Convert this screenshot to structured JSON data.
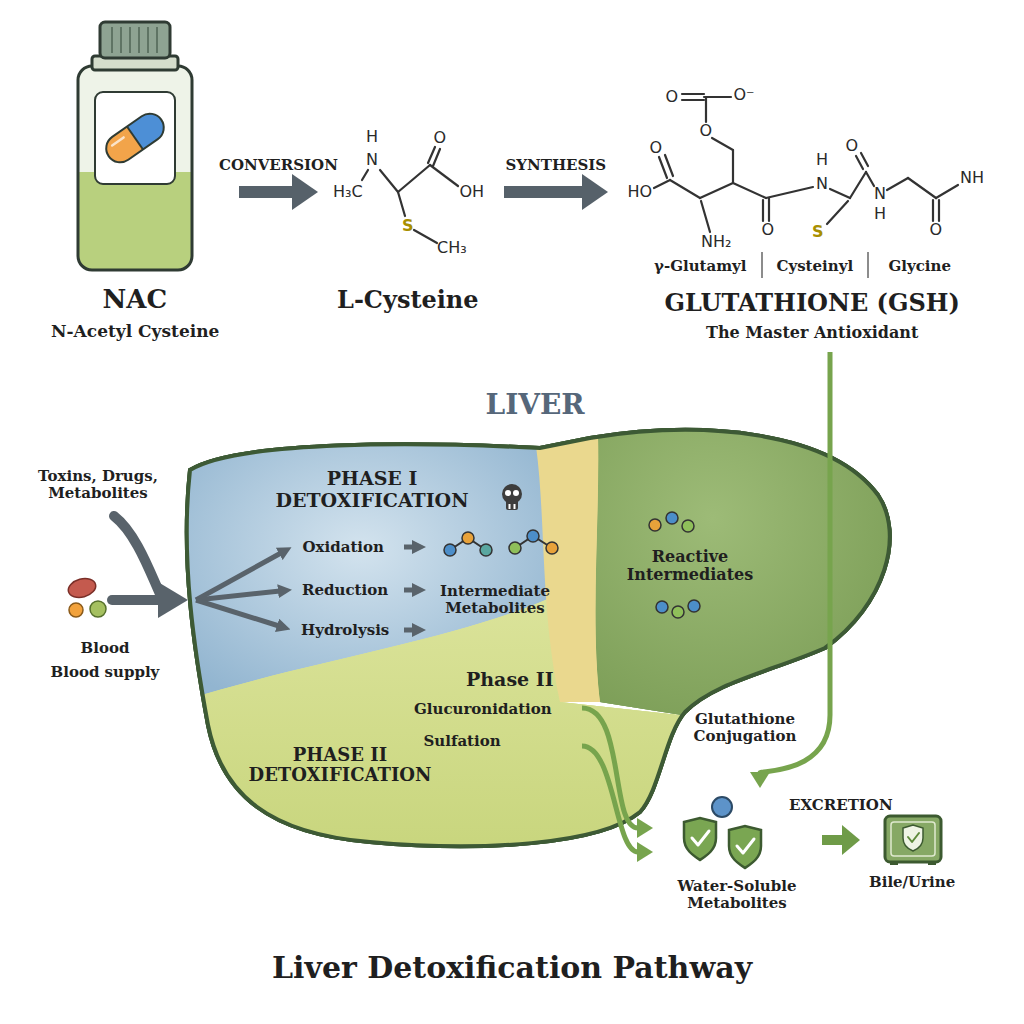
{
  "diagram": {
    "title": "Liver Detoxification Pathway",
    "nodes": [
      {
        "text": [
          "NAC",
          "N-Acetyl Cysteine"
        ]
      },
      {
        "text": [
          "L-Cysteine"
        ]
      },
      {
        "text": [
          "GLUTATHIONE (GSH)",
          "The Master Antioxidant"
        ]
      },
      {
        "text": [
          "LIVER"
        ]
      },
      {
        "text": [
          "PHASE I DETOXIFICATION"
        ],
        "in": 3
      },
      {
        "text": [
          "PHASE II DETOXIFICATION"
        ],
        "in": 3
      },
      {
        "text": [
          "Water-Soluble Metabolites"
        ]
      },
      {
        "text": [
          "Bile/Urine"
        ]
      }
    ],
    "edges": [
      {
        "from": 0,
        "to": 1,
        "label": "CONVERSION",
        "arrow": "to"
      },
      {
        "from": 1,
        "to": 2,
        "label": "SYNTHESIS",
        "arrow": "to"
      },
      {
        "from": 2,
        "to": 6,
        "label": "Glutathione Conjugation",
        "arrow": "to"
      },
      {
        "from": 5,
        "to": 6,
        "arrow": "to"
      },
      {
        "from": 5,
        "to": 6,
        "arrow": "to"
      },
      {
        "from": 6,
        "to": 7,
        "label": "EXCRETION",
        "arrow": "to"
      }
    ],
    "labels": [
      "Toxins, Drugs, Metabolites",
      "Blood",
      "Blood supply",
      "Oxidation",
      "Reduction",
      "Hydrolysis",
      "Intermediate Metabolites",
      "Reactive Intermediates",
      "Phase II",
      "Glucuronidation",
      "Sulfation",
      "H",
      "N",
      "H₃C",
      "O",
      "OH",
      "S",
      "CH₃",
      "O",
      "O⁻",
      "O",
      "O",
      "HO",
      "NH₂",
      "O",
      "H",
      "N",
      "S",
      "O",
      "N",
      "H",
      "NH",
      "O",
      "γ-Glutamyl",
      "Cysteinyl",
      "Glycine"
    ]
  }
}
